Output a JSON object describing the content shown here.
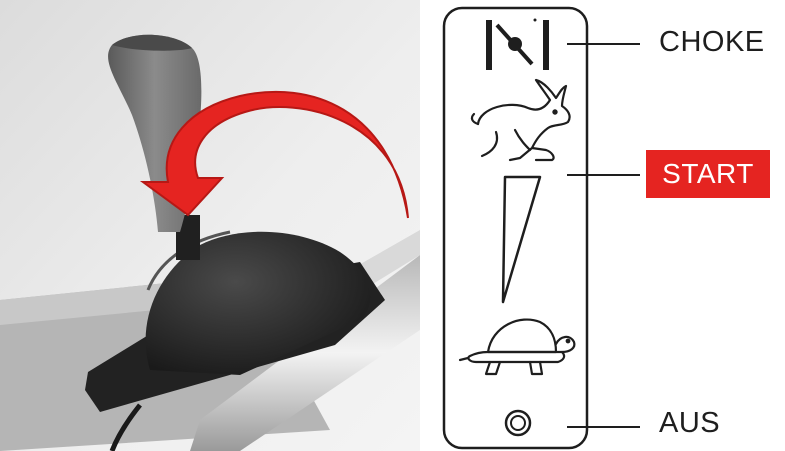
{
  "panel": {
    "labels": {
      "choke": "CHOKE",
      "start": "START",
      "aus": "AUS"
    },
    "icons": [
      "choke-icon",
      "hare-icon",
      "throttle-wedge-icon",
      "tortoise-icon",
      "off-icon"
    ]
  },
  "colors": {
    "arrow": "#e52421",
    "start_badge": "#e52421",
    "outline": "#1e1e1e",
    "lever": "#3a3a3a"
  }
}
